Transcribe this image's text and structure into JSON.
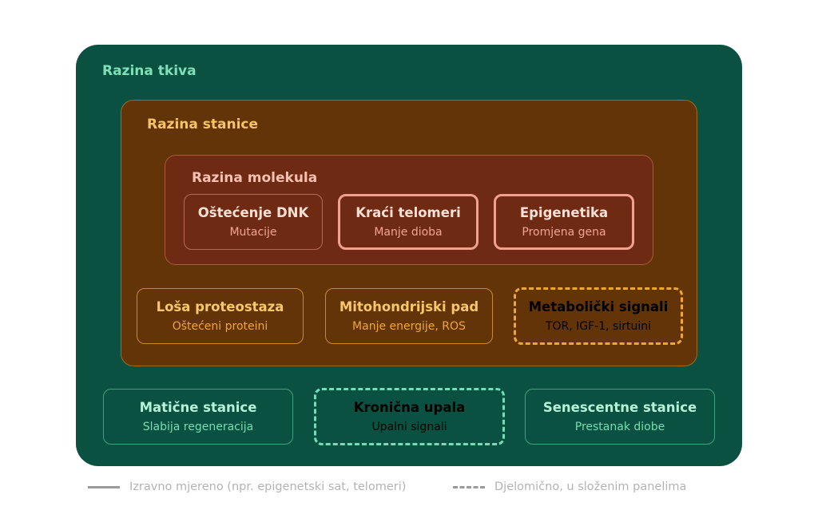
{
  "levels": {
    "tissue": {
      "title": "Razina tkiva",
      "boxes": [
        {
          "title": "Matične stanice",
          "subtitle": "Slabija regeneracija"
        },
        {
          "title": "Kronična upala",
          "subtitle": "Upalni signali"
        },
        {
          "title": "Senescentne stanice",
          "subtitle": "Prestanak diobe"
        }
      ]
    },
    "cell": {
      "title": "Razina stanice",
      "boxes": [
        {
          "title": "Loša proteostaza",
          "subtitle": "Oštećeni proteini"
        },
        {
          "title": "Mitohondrijski pad",
          "subtitle": "Manje energije, ROS"
        },
        {
          "title": "Metabolički signali",
          "subtitle": "TOR, IGF-1, sirtuini"
        }
      ]
    },
    "molecular": {
      "title": "Razina molekula",
      "boxes": [
        {
          "title": "Oštećenje DNK",
          "subtitle": "Mutacije"
        },
        {
          "title": "Kraći telomeri",
          "subtitle": "Manje dioba"
        },
        {
          "title": "Epigenetika",
          "subtitle": "Promjena gena"
        }
      ]
    }
  },
  "legend": {
    "solid": "Izravno mjereno (npr. epigenetski sat, telomeri)",
    "dashed": "Djelomično, u složenim panelima"
  },
  "colors": {
    "tissue_bg": "#0a5142",
    "cell_bg": "#633407",
    "molecular_bg": "#6f2a13"
  }
}
